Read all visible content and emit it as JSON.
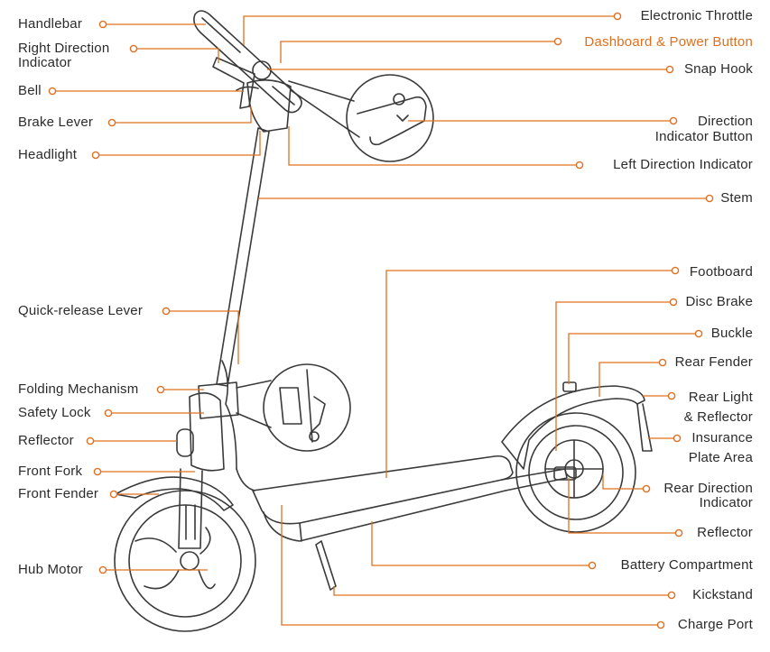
{
  "colors": {
    "leader": "#e0701f",
    "outline": "#3a3a3a",
    "label_text": "#2b2b2b",
    "highlight_text": "#e0701f"
  },
  "labels": {
    "handlebar": "Handlebar",
    "right_direction_indicator": [
      "Right Direction",
      "Indicator"
    ],
    "bell": "Bell",
    "brake_lever": "Brake Lever",
    "headlight": "Headlight",
    "quick_release_lever": "Quick-release Lever",
    "folding_mechanism": "Folding Mechanism",
    "safety_lock": "Safety Lock",
    "reflector_front": "Reflector",
    "front_fork": "Front Fork",
    "front_fender": "Front Fender",
    "hub_motor": "Hub Motor",
    "electronic_throttle": "Electronic Throttle",
    "dashboard_power_button": "Dashboard & Power Button",
    "snap_hook": "Snap Hook",
    "direction_indicator_button": [
      "Direction",
      "Indicator Button"
    ],
    "left_direction_indicator": "Left Direction Indicator",
    "stem": "Stem",
    "footboard": "Footboard",
    "disc_brake": "Disc Brake",
    "buckle": "Buckle",
    "rear_fender": "Rear Fender",
    "rear_light_reflector": [
      "Rear Light",
      "& Reflector"
    ],
    "insurance_plate_area": [
      "Insurance",
      "Plate Area"
    ],
    "rear_direction_indicator": [
      "Rear Direction",
      "Indicator"
    ],
    "reflector_rear": "Reflector",
    "battery_compartment": "Battery Compartment",
    "kickstand": "Kickstand",
    "charge_port": "Charge Port"
  }
}
